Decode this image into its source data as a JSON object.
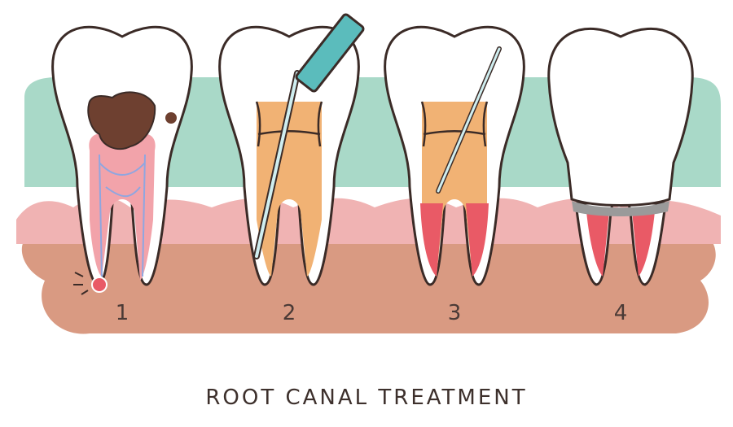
{
  "title": "ROOT CANAL TREATMENT",
  "steps": [
    {
      "number": "1"
    },
    {
      "number": "2"
    },
    {
      "number": "3"
    },
    {
      "number": "4"
    }
  ],
  "colors": {
    "gum_back": "#a9d9c8",
    "gum_pink": "#f0b3b3",
    "bone": "#d99a82",
    "outline": "#3b2b27",
    "pulp": "#f2a3aa",
    "decay": "#6e4030",
    "filling": "#f1b274",
    "tool": "#5bbcbc",
    "root_fill": "#e95a66"
  }
}
